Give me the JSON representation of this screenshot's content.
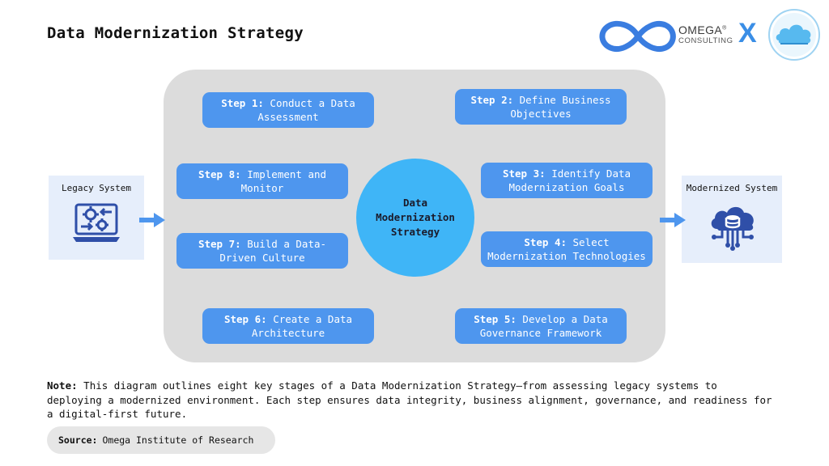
{
  "title": "Data Modernization Strategy",
  "logo": {
    "name": "OMEGA",
    "registered": "®",
    "subtitle": "CONSULTING",
    "separator": "X"
  },
  "colors": {
    "step_fill": "#4e96ee",
    "center_fill": "#3fb5f7",
    "panel_fill": "#dcdcdc",
    "side_fill": "#e6eefb",
    "icon_blue": "#2f4fa8",
    "arrow": "#4e96ee"
  },
  "left_system": {
    "label": "Legacy System",
    "icon": "laptop-gears-icon"
  },
  "right_system": {
    "label": "Modernized System",
    "icon": "cloud-database-icon"
  },
  "center": {
    "label": "Data Modernization Strategy"
  },
  "steps": [
    {
      "prefix": "Step 1:",
      "text": "Conduct a Data Assessment"
    },
    {
      "prefix": "Step 2:",
      "text": "Define Business Objectives"
    },
    {
      "prefix": "Step 3:",
      "text": "Identify Data Modernization Goals"
    },
    {
      "prefix": "Step 4:",
      "text": "Select Modernization Technologies"
    },
    {
      "prefix": "Step 5:",
      "text": "Develop a Data Governance Framework"
    },
    {
      "prefix": "Step 6:",
      "text": "Create a Data Architecture"
    },
    {
      "prefix": "Step 7:",
      "text": "Build a Data-Driven Culture"
    },
    {
      "prefix": "Step 8:",
      "text": "Implement and Monitor"
    }
  ],
  "note": {
    "label": "Note:",
    "text": "This diagram outlines eight key stages of a Data Modernization Strategy—from assessing legacy systems to deploying a modernized environment. Each step ensures data integrity, business alignment, governance, and readiness for a digital-first future."
  },
  "source": {
    "label": "Source:",
    "text": "Omega Institute of Research"
  }
}
